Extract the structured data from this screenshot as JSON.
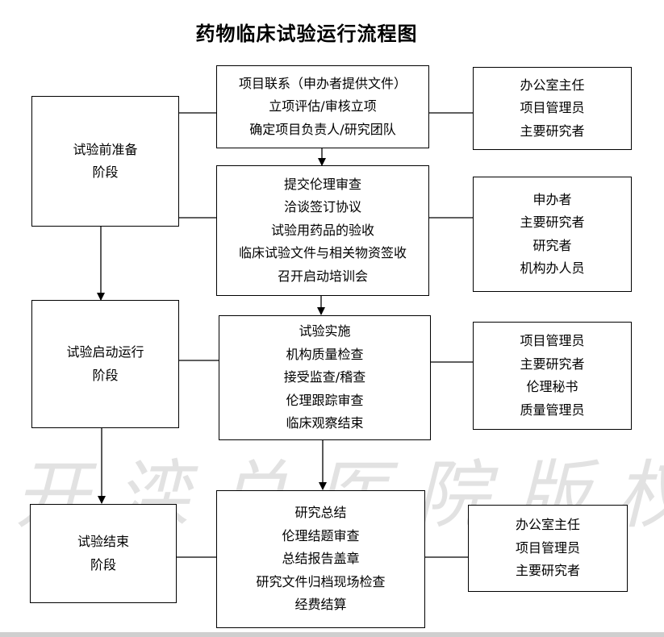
{
  "title": "药物临床试验运行流程图",
  "watermark": "开滦总医院版权",
  "phases": [
    {
      "line1": "试验前准备",
      "line2": "阶段"
    },
    {
      "line1": "试验启动运行",
      "line2": "阶段"
    },
    {
      "line1": "试验结束",
      "line2": "阶段"
    }
  ],
  "tasks": [
    [
      "项目联系（申办者提供文件）",
      "立项评估/审核立项",
      "确定项目负责人/研究团队"
    ],
    [
      "提交伦理审查",
      "洽谈签订协议",
      "试验用药品的验收",
      "临床试验文件与相关物资签收",
      "召开启动培训会"
    ],
    [
      "试验实施",
      "机构质量检查",
      "接受监查/稽查",
      "伦理跟踪审查",
      "临床观察结束"
    ],
    [
      "研究总结",
      "伦理结题审查",
      "总结报告盖章",
      "研究文件归档现场检查",
      "经费结算"
    ]
  ],
  "roles": [
    [
      "办公室主任",
      "项目管理员",
      "主要研究者"
    ],
    [
      "申办者",
      "主要研究者",
      "研究者",
      "机构办人员"
    ],
    [
      "项目管理员",
      "主要研究者",
      "伦理秘书",
      "质量管理员"
    ],
    [
      "办公室主任",
      "项目管理员",
      "主要研究者"
    ]
  ]
}
